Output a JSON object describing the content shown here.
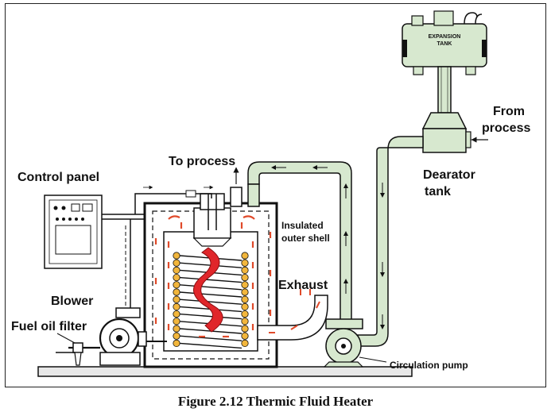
{
  "labels": {
    "expansion_tank_line1": "EXPANSION",
    "expansion_tank_line2": "TANK",
    "from_process_line1": "From",
    "from_process_line2": "process",
    "dearator_line1": "Dearator",
    "dearator_line2": "tank",
    "to_process": "To process",
    "control_panel": "Control panel",
    "insulated_line1": "Insulated",
    "insulated_line2": "outer shell",
    "exhaust": "Exhaust",
    "blower": "Blower",
    "fuel_oil_filter": "Fuel oil filter",
    "circulation_pump": "Circulation pump"
  },
  "caption": "Figure 2.12 Thermic Fluid Heater",
  "colors": {
    "pipe_fill": "#d7e8cf",
    "outline": "#111111",
    "coil": "#f2b63c",
    "flame": "#e0262a",
    "heat_arrow": "#e04a2a"
  }
}
